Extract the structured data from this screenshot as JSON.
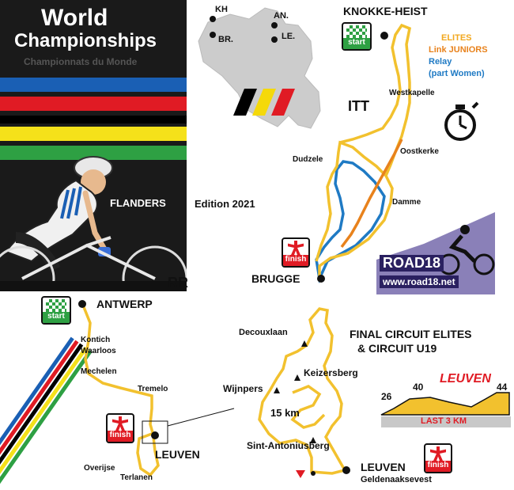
{
  "header": {
    "title_line1": "World",
    "title_line2": "Championships",
    "subtitle": "Championnats du Monde",
    "region": "FLANDERS",
    "edition": "Edition 2021",
    "race_code_rr": "RR",
    "race_code_itt": "ITT"
  },
  "colors": {
    "route": "#f2c12e",
    "elites": "#f2c12e",
    "link_juniors": "#e8821c",
    "relay": "#1f7ac4",
    "rainbow_blue": "#1a5fb4",
    "rainbow_red": "#e01b24",
    "rainbow_black": "#000000",
    "rainbow_yellow": "#f5e11a",
    "rainbow_green": "#2ea043",
    "belgium_black": "#000000",
    "belgium_yellow": "#f5d90a",
    "belgium_red": "#e01b24",
    "brand_purple": "#8a80b8"
  },
  "belgium_map": {
    "cities": [
      "KH",
      "AN.",
      "BR.",
      "LE."
    ]
  },
  "itt": {
    "start_city": "KNOKKE-HEIST",
    "finish_city": "BRUGGE",
    "places": [
      "Westkapelle",
      "Oostkerke",
      "Dudzele",
      "Damme"
    ],
    "legend": [
      {
        "label": "ELITES",
        "color_key": "elites"
      },
      {
        "label": "Link JUNIORS",
        "color_key": "link_juniors"
      },
      {
        "label": "Relay",
        "color_key": "relay"
      },
      {
        "label": "(part  Women)",
        "color_key": "relay"
      }
    ]
  },
  "brand": {
    "name": "ROAD18",
    "url": "www.road18.net"
  },
  "rr": {
    "start_city": "ANTWERP",
    "finish_city": "LEUVEN",
    "places": [
      "Kontich",
      "Waarloos",
      "Mechelen",
      "Tremelo",
      "Overijse",
      "Terlanen"
    ]
  },
  "final_circuit": {
    "title_line1": "FINAL CIRCUIT ELITES",
    "title_line2": "& CIRCUIT U19",
    "length": "15 km",
    "climbs": [
      "Decouxlaan",
      "Keizersberg",
      "Wijnpers",
      "Sint-Antoniusberg"
    ],
    "finish_city": "LEUVEN",
    "finish_street": "Geldenaaksevest"
  },
  "profile": {
    "title": "LEUVEN",
    "caption": "LAST 3 KM",
    "values": [
      26,
      40,
      44
    ]
  },
  "badges": {
    "start": "start",
    "finish": "finish"
  }
}
